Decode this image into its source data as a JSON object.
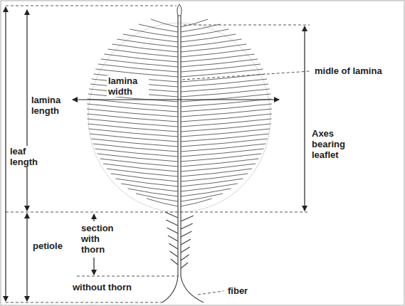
{
  "diagram": {
    "labels": [
      "lamina length",
      "lamina width",
      "midle of lamina",
      "Axes bearing leaflet",
      "leaf length",
      "petiole",
      "section with thorn",
      "without thorn",
      "fiber"
    ]
  }
}
